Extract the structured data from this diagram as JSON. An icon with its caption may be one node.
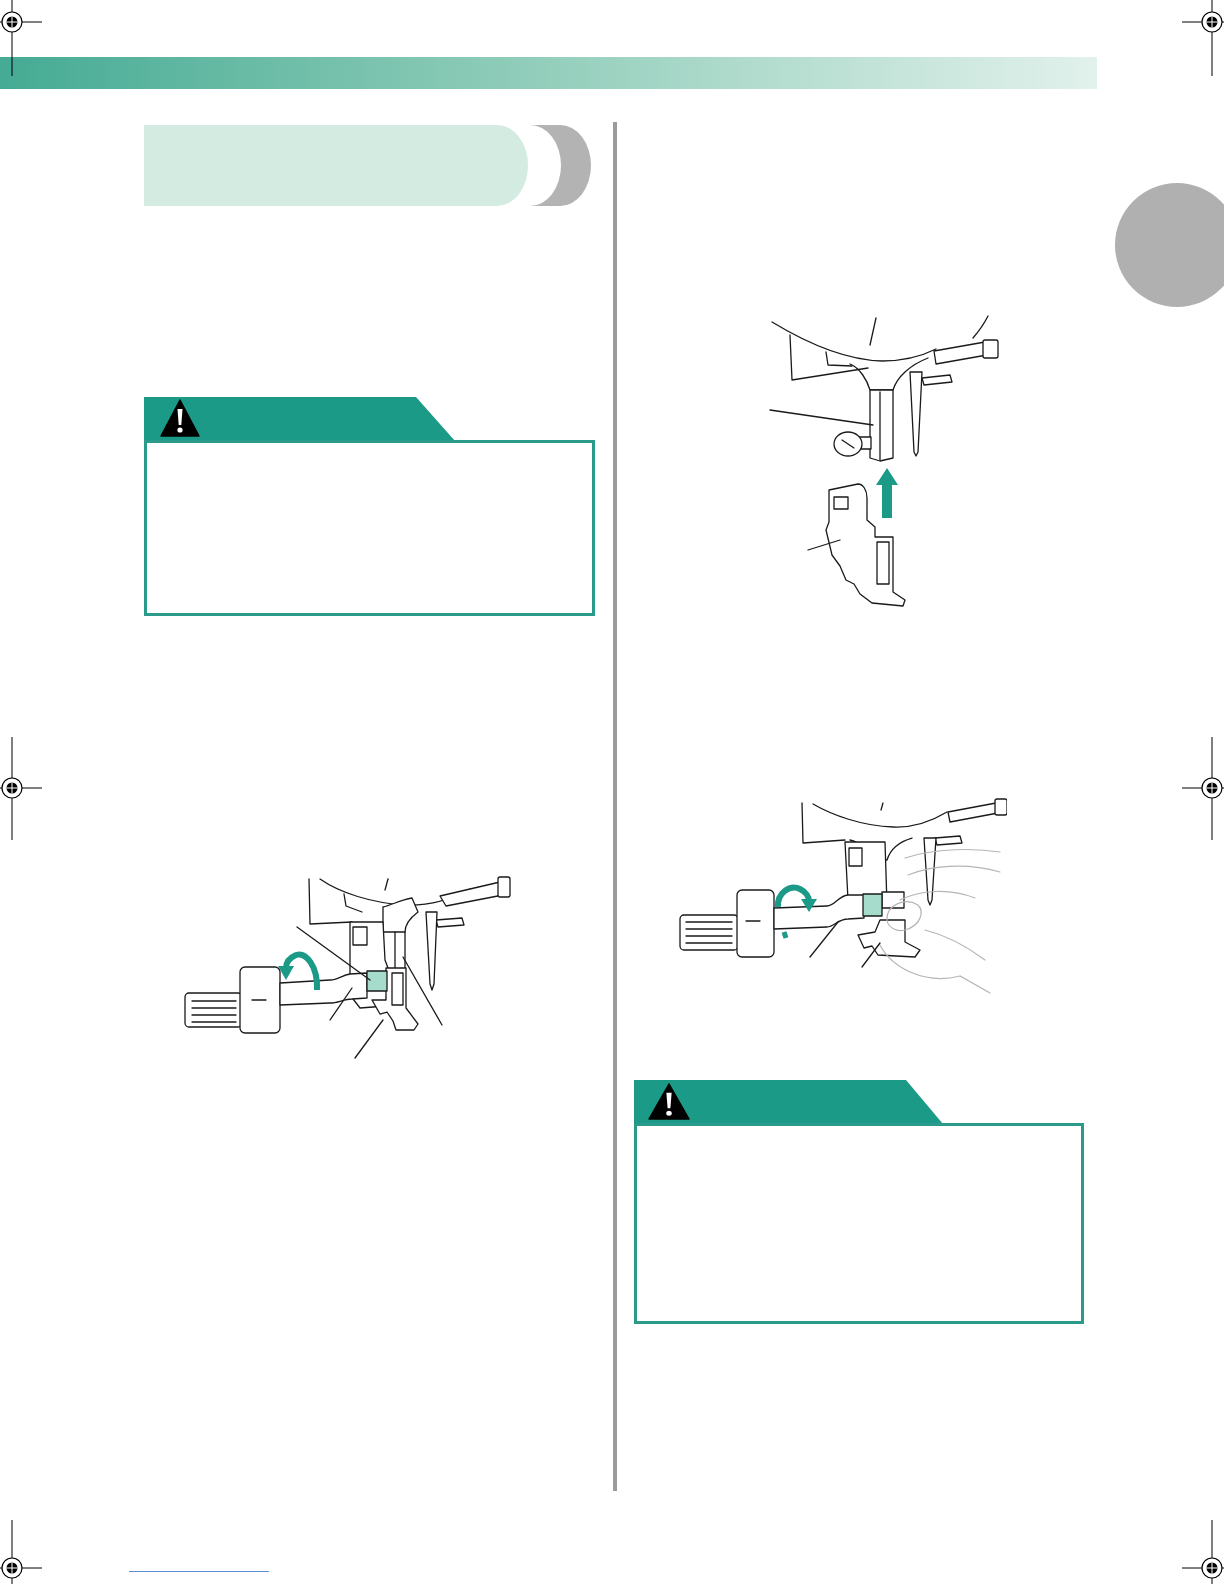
{
  "diagram": {
    "nodes": [
      {
        "text": [],
        "shape": "bar"
      },
      {
        "text": [],
        "shape": "box"
      },
      {
        "text": [],
        "shape": "box"
      },
      {
        "text": [],
        "shape": "picture"
      },
      {
        "text": [],
        "shape": "picture"
      },
      {
        "text": [],
        "shape": "picture"
      },
      {
        "text": [],
        "shape": "box"
      },
      {
        "text": [],
        "shape": "box"
      },
      {
        "text": [],
        "shape": "circle"
      }
    ]
  }
}
